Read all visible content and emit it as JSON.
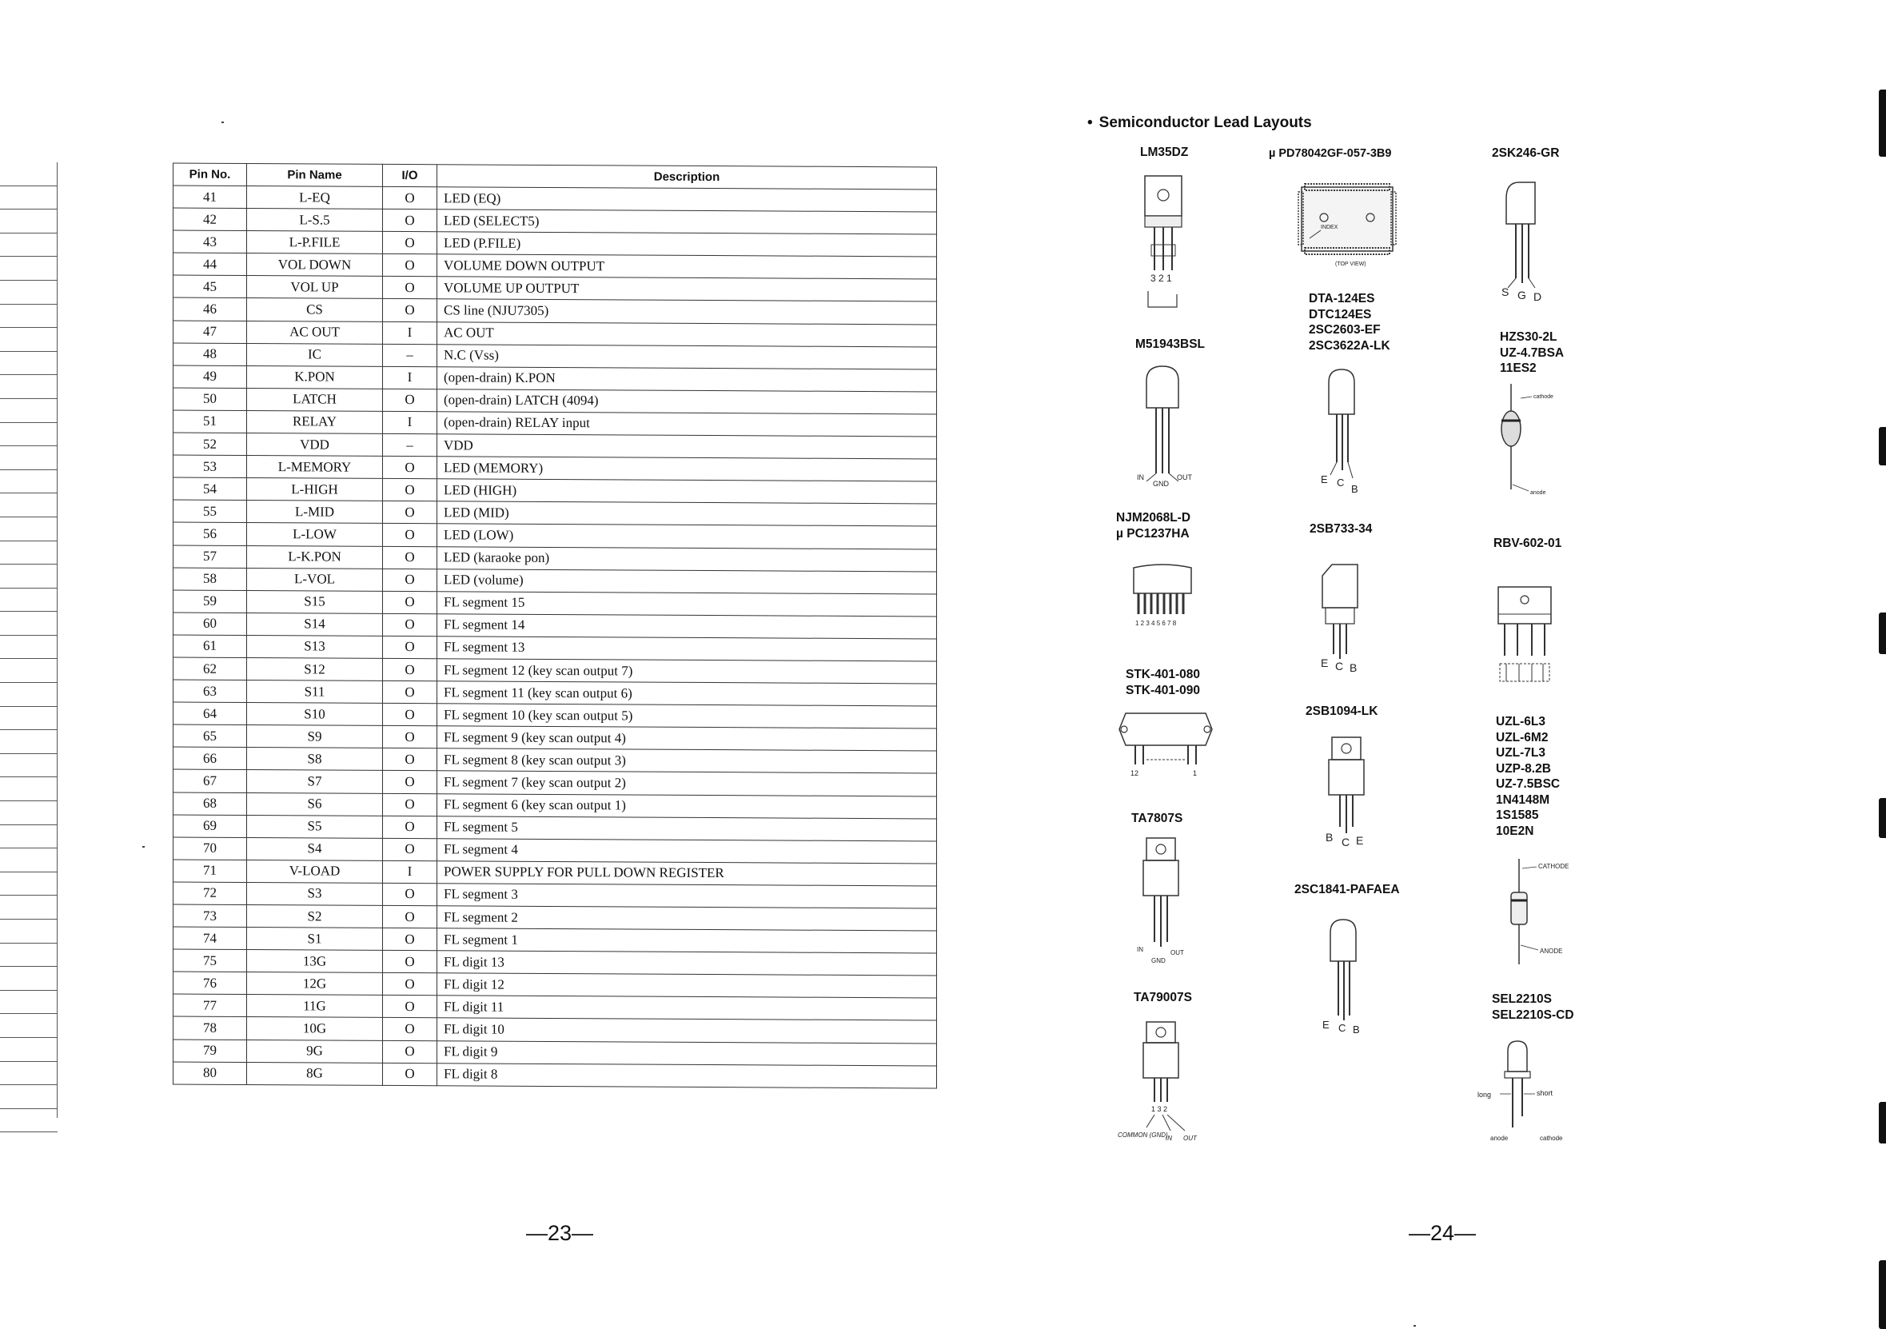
{
  "pin_table": {
    "headers": {
      "pin_no": "Pin No.",
      "pin_name": "Pin Name",
      "io": "I/O",
      "description": "Description"
    },
    "rows": [
      {
        "no": "41",
        "name": "L-EQ",
        "io": "O",
        "desc": "LED (EQ)"
      },
      {
        "no": "42",
        "name": "L-S.5",
        "io": "O",
        "desc": "LED (SELECT5)"
      },
      {
        "no": "43",
        "name": "L-P.FILE",
        "io": "O",
        "desc": "LED (P.FILE)"
      },
      {
        "no": "44",
        "name": "VOL DOWN",
        "io": "O",
        "desc": "VOLUME DOWN OUTPUT"
      },
      {
        "no": "45",
        "name": "VOL UP",
        "io": "O",
        "desc": "VOLUME UP OUTPUT"
      },
      {
        "no": "46",
        "name": "CS",
        "io": "O",
        "desc": "CS line (NJU7305)"
      },
      {
        "no": "47",
        "name": "AC OUT",
        "io": "I",
        "desc": "AC OUT"
      },
      {
        "no": "48",
        "name": "IC",
        "io": "–",
        "desc": "N.C (Vss)"
      },
      {
        "no": "49",
        "name": "K.PON",
        "io": "I",
        "desc": "(open-drain) K.PON"
      },
      {
        "no": "50",
        "name": "LATCH",
        "io": "O",
        "desc": "(open-drain) LATCH (4094)"
      },
      {
        "no": "51",
        "name": "RELAY",
        "io": "I",
        "desc": "(open-drain) RELAY input"
      },
      {
        "no": "52",
        "name": "VDD",
        "io": "–",
        "desc": "VDD"
      },
      {
        "no": "53",
        "name": "L-MEMORY",
        "io": "O",
        "desc": "LED (MEMORY)"
      },
      {
        "no": "54",
        "name": "L-HIGH",
        "io": "O",
        "desc": "LED (HIGH)"
      },
      {
        "no": "55",
        "name": "L-MID",
        "io": "O",
        "desc": "LED (MID)"
      },
      {
        "no": "56",
        "name": "L-LOW",
        "io": "O",
        "desc": "LED (LOW)"
      },
      {
        "no": "57",
        "name": "L-K.PON",
        "io": "O",
        "desc": "LED (karaoke pon)"
      },
      {
        "no": "58",
        "name": "L-VOL",
        "io": "O",
        "desc": "LED (volume)"
      },
      {
        "no": "59",
        "name": "S15",
        "io": "O",
        "desc": "FL segment 15"
      },
      {
        "no": "60",
        "name": "S14",
        "io": "O",
        "desc": "FL segment 14"
      },
      {
        "no": "61",
        "name": "S13",
        "io": "O",
        "desc": "FL segment 13"
      },
      {
        "no": "62",
        "name": "S12",
        "io": "O",
        "desc": "FL segment 12 (key scan output 7)"
      },
      {
        "no": "63",
        "name": "S11",
        "io": "O",
        "desc": "FL segment 11 (key scan output 6)"
      },
      {
        "no": "64",
        "name": "S10",
        "io": "O",
        "desc": "FL segment 10 (key scan output 5)"
      },
      {
        "no": "65",
        "name": "S9",
        "io": "O",
        "desc": "FL segment 9 (key scan output 4)"
      },
      {
        "no": "66",
        "name": "S8",
        "io": "O",
        "desc": "FL segment 8 (key scan output 3)"
      },
      {
        "no": "67",
        "name": "S7",
        "io": "O",
        "desc": "FL segment 7 (key scan output 2)"
      },
      {
        "no": "68",
        "name": "S6",
        "io": "O",
        "desc": "FL segment 6 (key scan output 1)"
      },
      {
        "no": "69",
        "name": "S5",
        "io": "O",
        "desc": "FL segment 5"
      },
      {
        "no": "70",
        "name": "S4",
        "io": "O",
        "desc": "FL segment 4"
      },
      {
        "no": "71",
        "name": "V-LOAD",
        "io": "I",
        "desc": "POWER SUPPLY FOR PULL DOWN REGISTER"
      },
      {
        "no": "72",
        "name": "S3",
        "io": "O",
        "desc": "FL segment 3"
      },
      {
        "no": "73",
        "name": "S2",
        "io": "O",
        "desc": "FL segment 2"
      },
      {
        "no": "74",
        "name": "S1",
        "io": "O",
        "desc": "FL segment 1"
      },
      {
        "no": "75",
        "name": "13G",
        "io": "O",
        "desc": "FL digit 13"
      },
      {
        "no": "76",
        "name": "12G",
        "io": "O",
        "desc": "FL digit 12"
      },
      {
        "no": "77",
        "name": "11G",
        "io": "O",
        "desc": "FL digit 11"
      },
      {
        "no": "78",
        "name": "10G",
        "io": "O",
        "desc": "FL digit 10"
      },
      {
        "no": "79",
        "name": "9G",
        "io": "O",
        "desc": "FL digit 9"
      },
      {
        "no": "80",
        "name": "8G",
        "io": "O",
        "desc": "FL digit 8"
      }
    ]
  },
  "page_left": "—23—",
  "page_right": "—24—",
  "semiconductors": {
    "title": "Semiconductor Lead Layouts",
    "bullet": "•",
    "parts": {
      "lm35dz": [
        "LM35DZ"
      ],
      "upd": [
        "µ PD78042GF-057-3B9"
      ],
      "sk246": [
        "2SK246-GR"
      ],
      "m51943": [
        "M51943BSL"
      ],
      "dta": [
        "DTA-124ES",
        "DTC124ES",
        "2SC2603-EF",
        "2SC3622A-LK"
      ],
      "hzs": [
        "HZS30-2L",
        "UZ-4.7BSA",
        "11ES2"
      ],
      "njm": [
        "NJM2068L-D",
        "µ PC1237HA"
      ],
      "sb733": [
        "2SB733-34"
      ],
      "rbv": [
        "RBV-602-01"
      ],
      "stk": [
        "STK-401-080",
        "STK-401-090"
      ],
      "sb1094": [
        "2SB1094-LK"
      ],
      "uzl": [
        "UZL-6L3",
        "UZL-6M2",
        "UZL-7L3",
        "UZP-8.2B",
        "UZ-7.5BSC",
        "1N4148M",
        "1S1585",
        "10E2N"
      ],
      "ta7807": [
        "TA7807S"
      ],
      "sc1841": [
        "2SC1841-PAFAEA"
      ],
      "ta79007": [
        "TA79007S"
      ],
      "sel": [
        "SEL2210S",
        "SEL2210S-CD"
      ]
    },
    "pin_labels": {
      "lm35_pins": "3  2  1",
      "upd_index": "INDEX",
      "upd_topview": "(TOP VIEW)",
      "sk246": [
        "S",
        "G",
        "D"
      ],
      "m51943": [
        "IN",
        "GND",
        "OUT"
      ],
      "dta": [
        "E",
        "C",
        "B"
      ],
      "hzs_cathode": "cathode",
      "hzs_anode": "anode",
      "njm_pins": "1 2 3 4 5 6 7 8",
      "sb733": [
        "E",
        "C",
        "B"
      ],
      "stk_pins": [
        "12",
        "1"
      ],
      "sb1094": [
        "B",
        "C",
        "E"
      ],
      "ta7807": [
        "IN",
        "GND",
        "OUT"
      ],
      "uzl_cathode": "CATHODE",
      "uzl_anode": "ANODE",
      "sc1841": [
        "E",
        "C",
        "B"
      ],
      "ta79007_pins": "1  3  2",
      "ta79007": [
        "COMMON (GND)",
        "IN",
        "OUT"
      ],
      "sel": [
        "long",
        "short",
        "anode",
        "cathode"
      ]
    }
  }
}
